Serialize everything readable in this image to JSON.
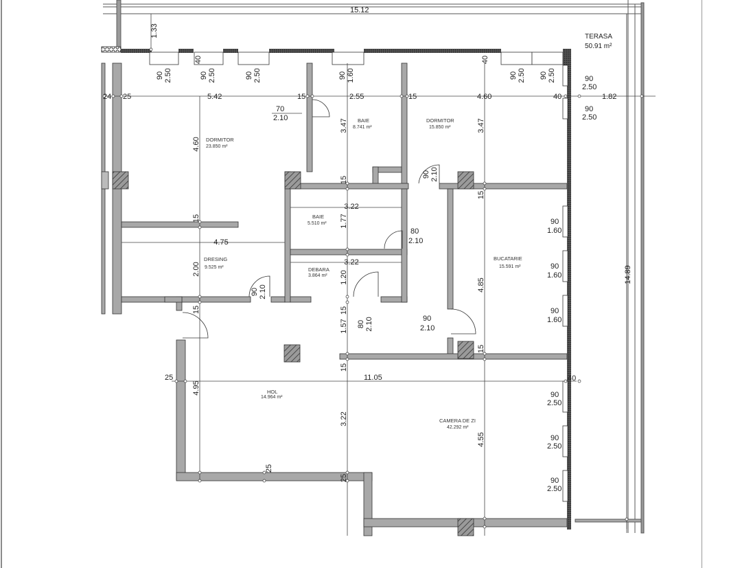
{
  "plan": {
    "rooms": [
      {
        "id": "dormitor-1",
        "name": "DORMITOR",
        "area": "23.850 m²"
      },
      {
        "id": "baie-1",
        "name": "BAIE",
        "area": "8.741 m²"
      },
      {
        "id": "dormitor-2",
        "name": "DORMITOR",
        "area": "15.850 m²"
      },
      {
        "id": "baie-2",
        "name": "BAIE",
        "area": "5.510 m²"
      },
      {
        "id": "dresing",
        "name": "DRESING",
        "area": "9.525 m²"
      },
      {
        "id": "debara",
        "name": "DEBARA",
        "area": "3.864 m²"
      },
      {
        "id": "bucatarie",
        "name": "BUCATARIE",
        "area": "15.591 m²"
      },
      {
        "id": "hol",
        "name": "HOL",
        "area": "14.964 m²"
      },
      {
        "id": "camera-de-zi",
        "name": "CAMERA DE ZI",
        "area": "42.292 m²"
      },
      {
        "id": "terasa",
        "name": "TERASA",
        "area": "50.91 m²"
      }
    ],
    "dimensions": {
      "overall_width": "15.12",
      "overall_height": "14.89",
      "top_offset": "1.33",
      "terasa_width": "1.82",
      "living_width": "11.05",
      "row1": [
        "24",
        "25",
        "5.42",
        "15",
        "2.55",
        "15",
        "4.60",
        "40"
      ],
      "dormitor1_height": "4.60",
      "baie1_height": "3.47",
      "dormitor2_height": "3.47",
      "baie2_width": "3.22",
      "baie2_height": "1.77",
      "debara_width": "3.22",
      "debara_height": "1.20",
      "dresing_width": "4.75",
      "dresing_height": "2.00",
      "corridor_height": "1.57",
      "bucatarie_height": "4.85",
      "hol_height": "4.95",
      "hol_lower": "3.22",
      "living_height": "4.55",
      "wall_15": "15",
      "wall_25": "25",
      "wall_40": "40"
    },
    "openings": {
      "top_windows": [
        {
          "w": "90",
          "h": "2.50"
        },
        {
          "w": "90",
          "h": "2.50"
        },
        {
          "w": "90",
          "h": "2.50"
        },
        {
          "w": "90",
          "h": "1.60"
        },
        {
          "w": "90",
          "h": "2.50"
        },
        {
          "w": "90",
          "h": "2.50"
        }
      ],
      "right_windows_top": [
        {
          "w": "90",
          "h": "2.50"
        },
        {
          "w": "90",
          "h": "2.50"
        }
      ],
      "kitchen_windows": [
        {
          "w": "90",
          "h": "1.60"
        },
        {
          "w": "90",
          "h": "1.60"
        },
        {
          "w": "90",
          "h": "1.60"
        }
      ],
      "living_windows": [
        {
          "w": "90",
          "h": "2.50"
        },
        {
          "w": "90",
          "h": "2.50"
        },
        {
          "w": "90",
          "h": "2.50"
        }
      ],
      "doors": [
        {
          "id": "door-dormitor1",
          "w": "70",
          "h": "2.10"
        },
        {
          "id": "door-dormitor2",
          "w": "90",
          "h": "2.10"
        },
        {
          "id": "door-baie2",
          "w": "80",
          "h": "2.10"
        },
        {
          "id": "door-dresing",
          "w": "90",
          "h": "2.10"
        },
        {
          "id": "door-debara",
          "w": "80",
          "h": "2.10"
        },
        {
          "id": "door-bucatarie",
          "w": "90",
          "h": "2.10"
        }
      ]
    }
  }
}
